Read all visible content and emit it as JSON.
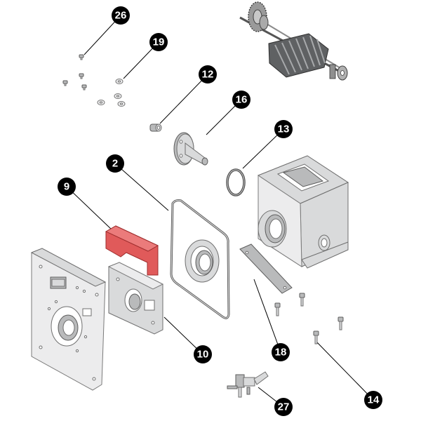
{
  "callouts": [
    {
      "id": "c26",
      "label": "26"
    },
    {
      "id": "c19",
      "label": "19"
    },
    {
      "id": "c12",
      "label": "12"
    },
    {
      "id": "c16",
      "label": "16"
    },
    {
      "id": "c13",
      "label": "13"
    },
    {
      "id": "c2",
      "label": "2"
    },
    {
      "id": "c9",
      "label": "9"
    },
    {
      "id": "c10",
      "label": "10"
    },
    {
      "id": "c18",
      "label": "18"
    },
    {
      "id": "c14",
      "label": "14"
    },
    {
      "id": "c27",
      "label": "27"
    }
  ],
  "colors": {
    "highlight": "#e05a5a",
    "callout_fill": "#000000",
    "callout_text": "#ffffff",
    "metal": "#d9dadb"
  }
}
